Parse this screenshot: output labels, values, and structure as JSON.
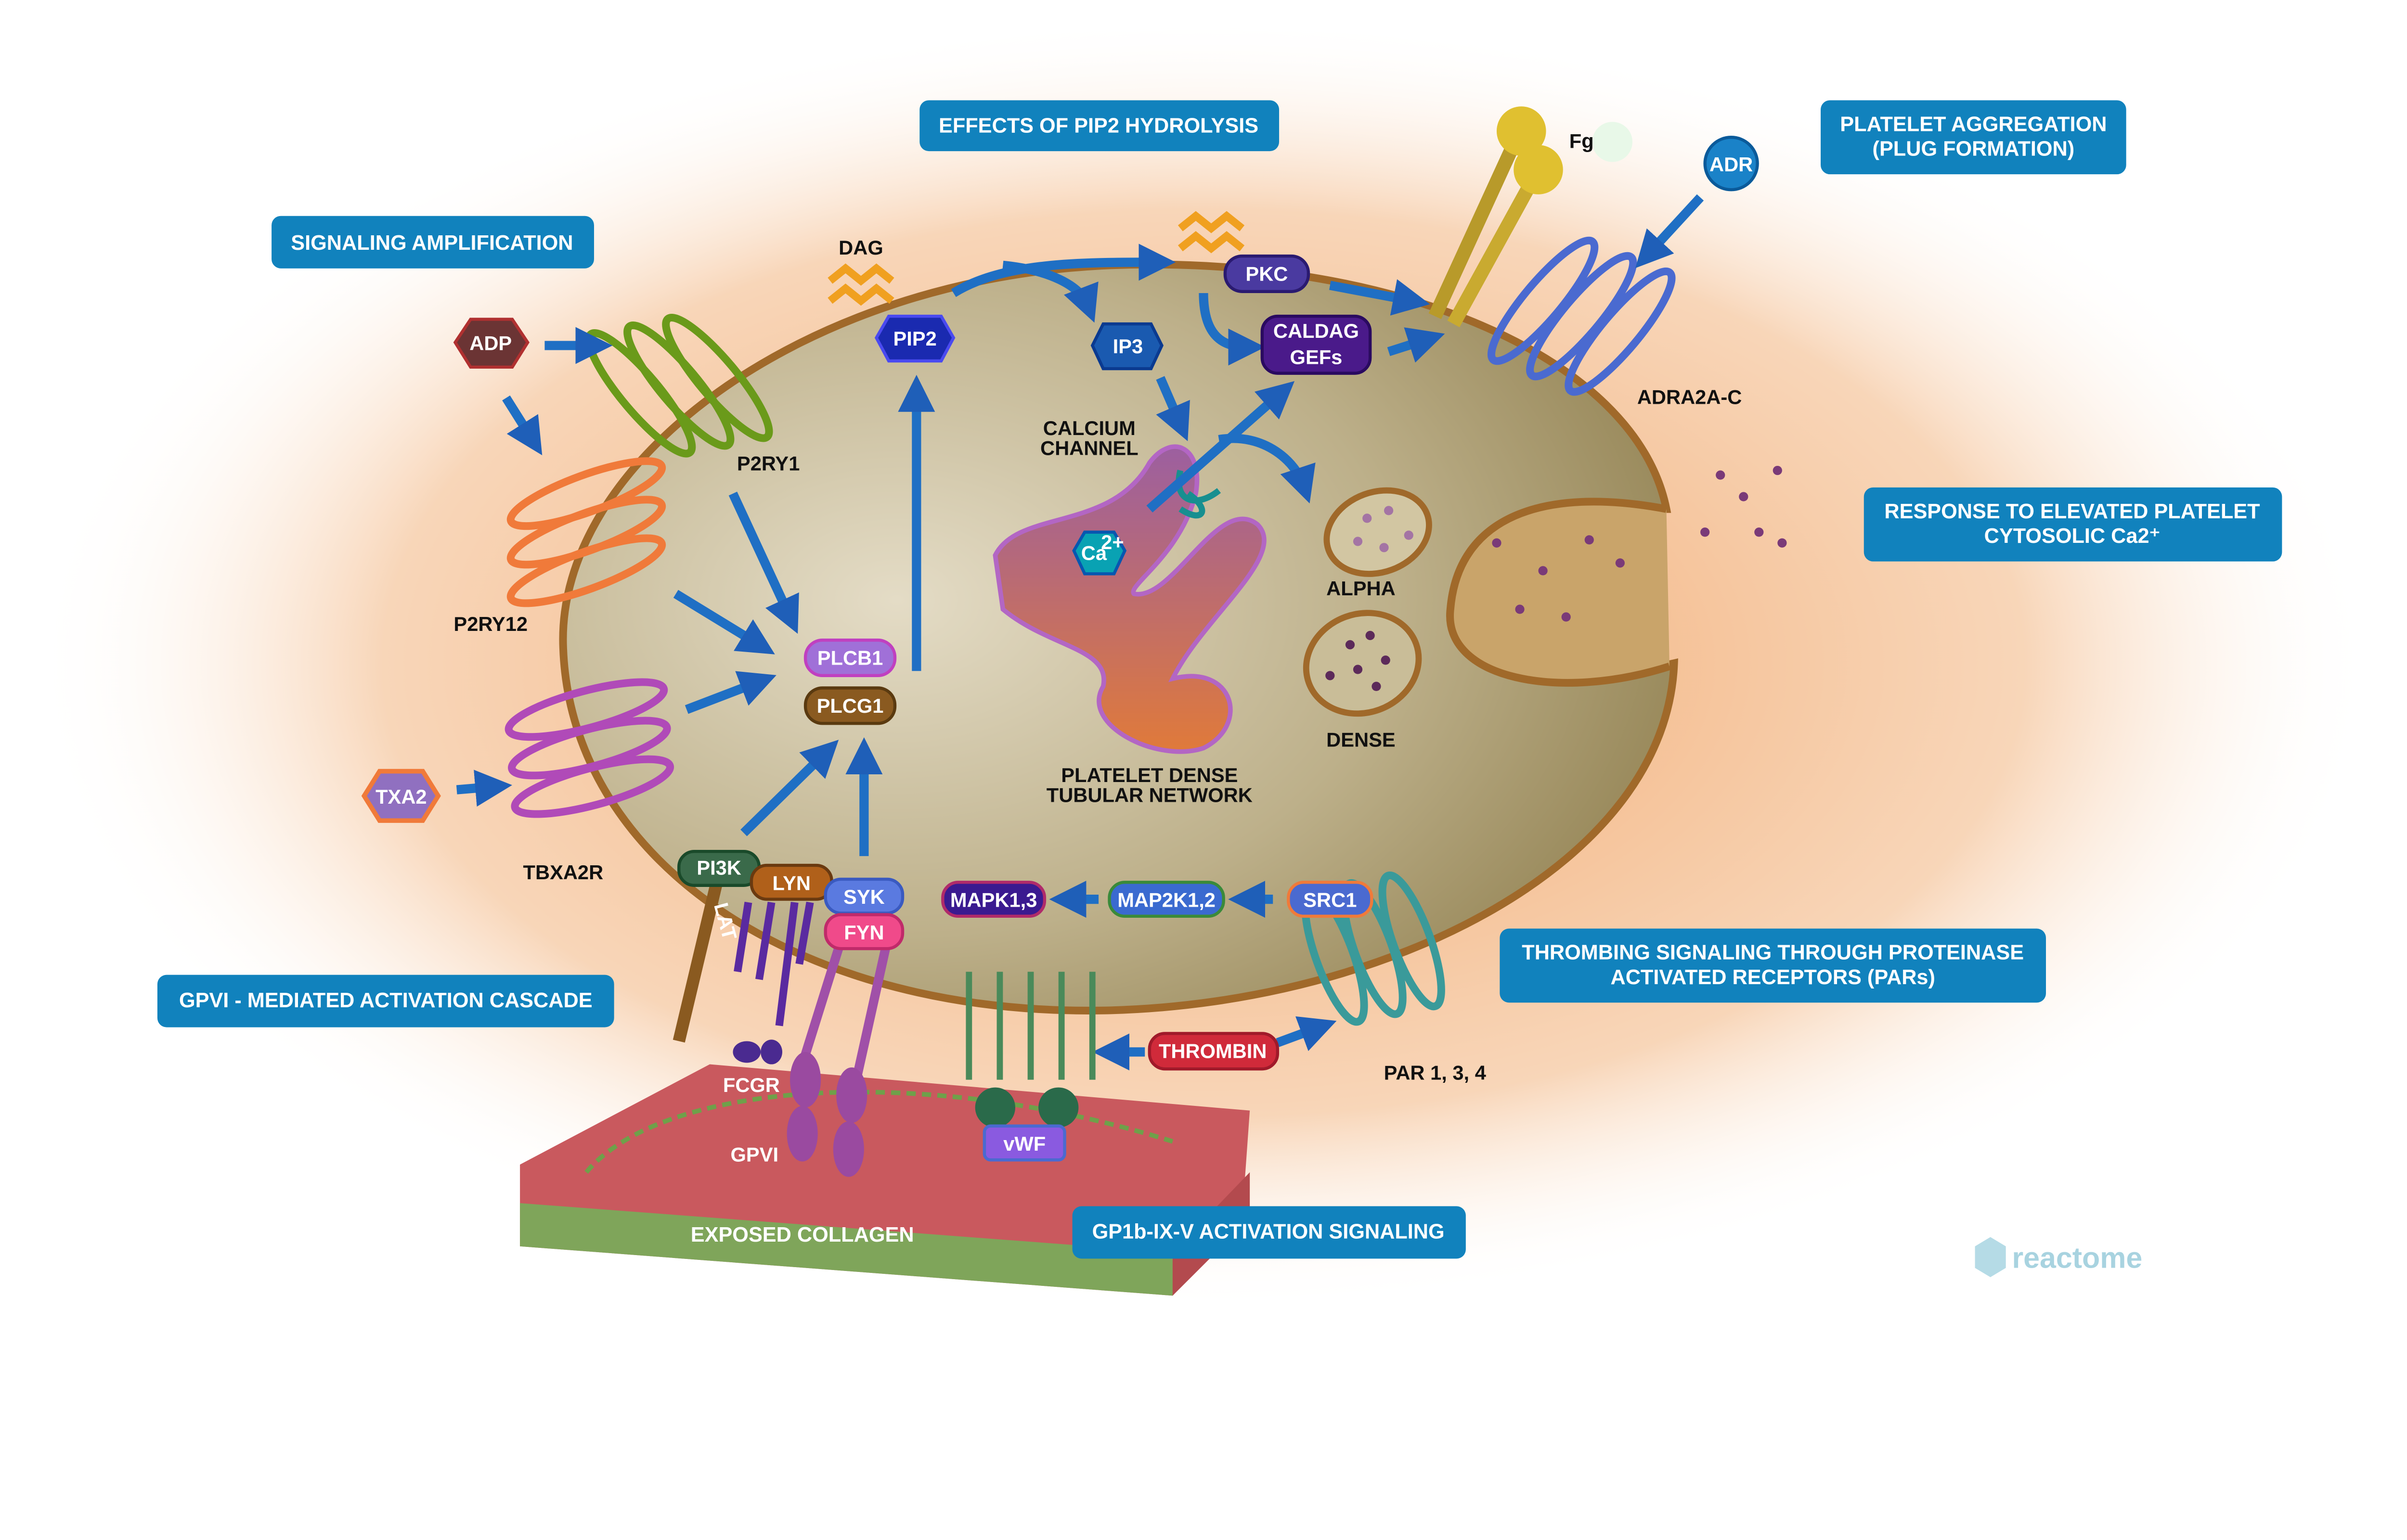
{
  "callouts": {
    "signaling_amplification": "SIGNALING AMPLIFICATION",
    "effects_pip2": "EFFECTS OF PIP2 HYDROLYSIS",
    "platelet_aggregation": [
      "PLATELET AGGREGATION",
      "(PLUG FORMATION)"
    ],
    "response_ca": [
      "RESPONSE TO ELEVATED PLATELET",
      "CYTOSOLIC Ca2⁺"
    ],
    "thrombin_signaling": [
      "THROMBING SIGNALING THROUGH PROTEINASE",
      "ACTIVATED RECEPTORS (PARs)"
    ],
    "gpvi_cascade": "GPVI - MEDIATED ACTIVATION CASCADE",
    "gp1b_signaling": "GP1b-IX-V ACTIVATION SIGNALING"
  },
  "molecules": {
    "adp": "ADP",
    "txa2": "TXA2",
    "pip2": "PIP2",
    "ip3": "IP3",
    "pkc": "PKC",
    "caldag": [
      "CALDAG",
      "GEFs"
    ],
    "adr": "ADR",
    "fg": "Fg",
    "plcb1": "PLCB1",
    "plcg1": "PLCG1",
    "pi3k": "PI3K",
    "lyn": "LYN",
    "syk": "SYK",
    "fyn": "FYN",
    "mapk13": "MAPK1,3",
    "map2k12": "MAP2K1,2",
    "src1": "SRC1",
    "thrombin": "THROMBIN",
    "vwf": "vWF",
    "ca": "Ca",
    "ca_charge": "2+"
  },
  "labels": {
    "dag": "DAG",
    "p2ry1": "P2RY1",
    "p2ry12": "P2RY12",
    "tbxa2r": "TBXA2R",
    "calcium_channel": [
      "CALCIUM",
      "CHANNEL"
    ],
    "alpha": "ALPHA",
    "dense": "DENSE",
    "dense_tubular": [
      "PLATELET DENSE",
      "TUBULAR NETWORK"
    ],
    "adra2": "ADRA2A-C",
    "par": "PAR 1, 3, 4",
    "fcgr": "FCGR",
    "gpvi": "GPVI",
    "lat": "LAT",
    "collagen": "EXPOSED COLLAGEN"
  },
  "logo": "reactome",
  "colors": {
    "callout": "#1182bd",
    "arrow": "#1f6fc4",
    "membrane": "#a0692a",
    "glow": "#f5b98a"
  }
}
